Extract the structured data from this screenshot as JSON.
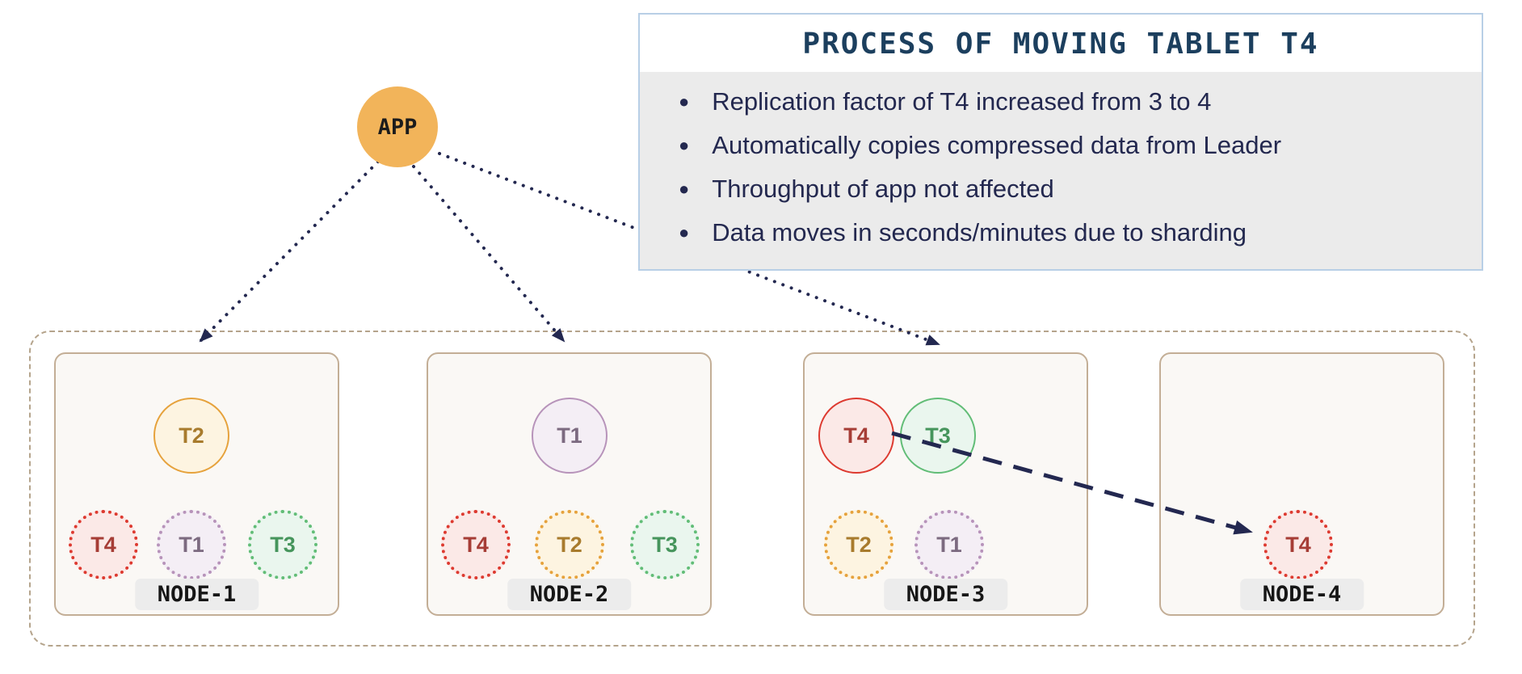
{
  "app": {
    "label": "APP"
  },
  "info_box": {
    "title": "PROCESS OF MOVING TABLET T4",
    "bullet_glyph": "●",
    "bullets": [
      "Replication factor of T4 increased from 3 to 4",
      "Automatically copies compressed data from Leader",
      "Throughput of app not affected",
      "Data moves in seconds/minutes due to sharding"
    ]
  },
  "nodes": [
    {
      "label": "NODE-1",
      "solid_tablets": [
        {
          "label": "T2",
          "color": "orange"
        }
      ],
      "dotted_tablets": [
        {
          "label": "T4",
          "color": "red"
        },
        {
          "label": "T1",
          "color": "purple"
        },
        {
          "label": "T3",
          "color": "green"
        }
      ]
    },
    {
      "label": "NODE-2",
      "solid_tablets": [
        {
          "label": "T1",
          "color": "purple"
        }
      ],
      "dotted_tablets": [
        {
          "label": "T4",
          "color": "red"
        },
        {
          "label": "T2",
          "color": "orange"
        },
        {
          "label": "T3",
          "color": "green"
        }
      ]
    },
    {
      "label": "NODE-3",
      "solid_tablets": [
        {
          "label": "T4",
          "color": "red"
        },
        {
          "label": "T3",
          "color": "green"
        }
      ],
      "dotted_tablets": [
        {
          "label": "T2",
          "color": "orange"
        },
        {
          "label": "T1",
          "color": "purple"
        }
      ]
    },
    {
      "label": "NODE-4",
      "solid_tablets": [],
      "dotted_tablets": [
        {
          "label": "T4",
          "color": "red"
        }
      ]
    }
  ],
  "arrows": [
    {
      "name": "app-to-node-1",
      "style": "dotted"
    },
    {
      "name": "app-to-node-2",
      "style": "dotted"
    },
    {
      "name": "app-to-node-3",
      "style": "dotted"
    },
    {
      "name": "node3-t4-to-node4-t4",
      "style": "dashed"
    }
  ],
  "colors": {
    "arrow": "#232850",
    "app_fill": "#f2b45a",
    "info_border": "#b8cfe6",
    "info_title_text": "#1c3f5e",
    "info_bullet_text": "#23284f",
    "cluster_border": "#b5a48c",
    "node_border": "#c3ae96",
    "node_background": "#faf8f5",
    "tablet_red": "#dd3a30",
    "tablet_orange": "#e6a23c",
    "tablet_purple": "#b793ba",
    "tablet_green": "#62bd77"
  }
}
